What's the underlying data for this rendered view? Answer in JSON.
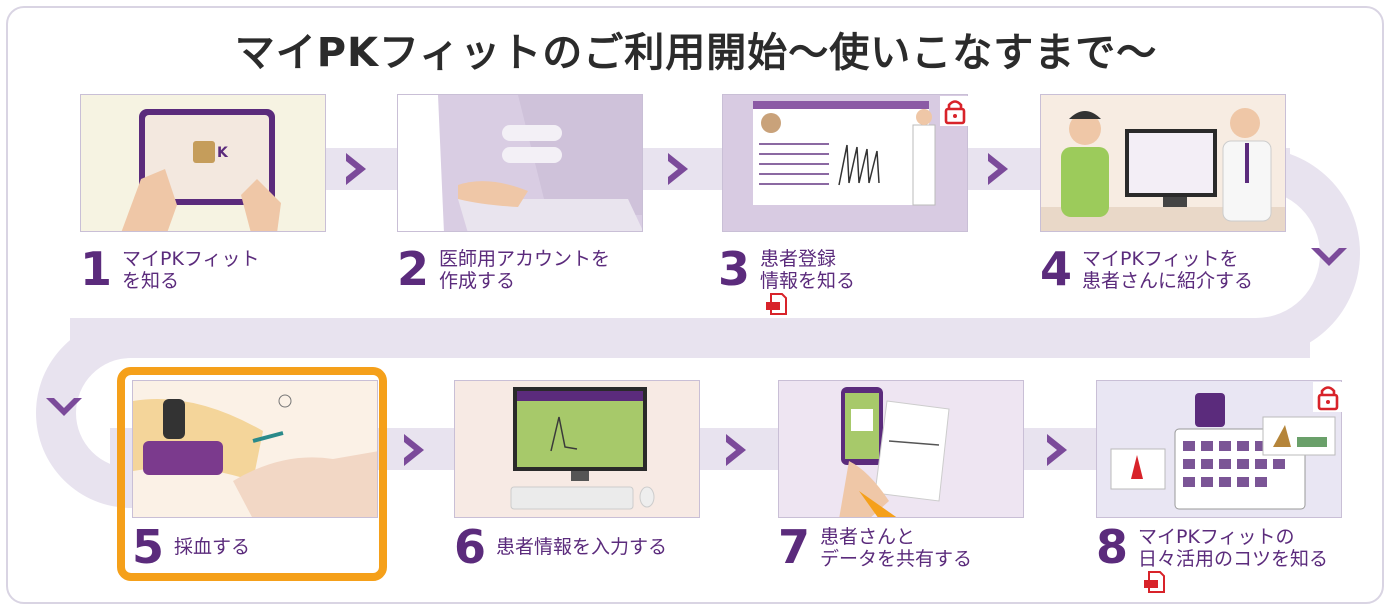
{
  "title": "マイPKフィットのご利用開始〜使いこなすまで〜",
  "colors": {
    "accent": "#5b2b7c",
    "highlight": "#f5a01a",
    "track": "#e8e3ef",
    "lock": "#d8232a"
  },
  "steps": [
    {
      "num": "1",
      "line1": "マイPKフィット",
      "line2": "を知る",
      "pdf": false,
      "lock": false
    },
    {
      "num": "2",
      "line1": "医師用アカウントを",
      "line2": "作成する",
      "pdf": false,
      "lock": false
    },
    {
      "num": "3",
      "line1": "患者登録",
      "line2": "情報を知る",
      "pdf": true,
      "lock": true
    },
    {
      "num": "4",
      "line1": "マイPKフィットを",
      "line2": "患者さんに紹介する",
      "pdf": false,
      "lock": false
    },
    {
      "num": "5",
      "line1": "採血する",
      "line2": "",
      "pdf": false,
      "lock": false,
      "selected": true
    },
    {
      "num": "6",
      "line1": "患者情報を入力する",
      "line2": "",
      "pdf": false,
      "lock": false
    },
    {
      "num": "7",
      "line1": "患者さんと",
      "line2": "データを共有する",
      "pdf": false,
      "lock": false
    },
    {
      "num": "8",
      "line1": "マイPKフィットの",
      "line2": "日々活用のコツを知る",
      "pdf": true,
      "lock": true
    }
  ],
  "icons": {
    "arrow": "chevron-right-icon",
    "turn": "chevron-down-icon",
    "lock": "lock-icon",
    "pdf": "pdf-icon"
  }
}
